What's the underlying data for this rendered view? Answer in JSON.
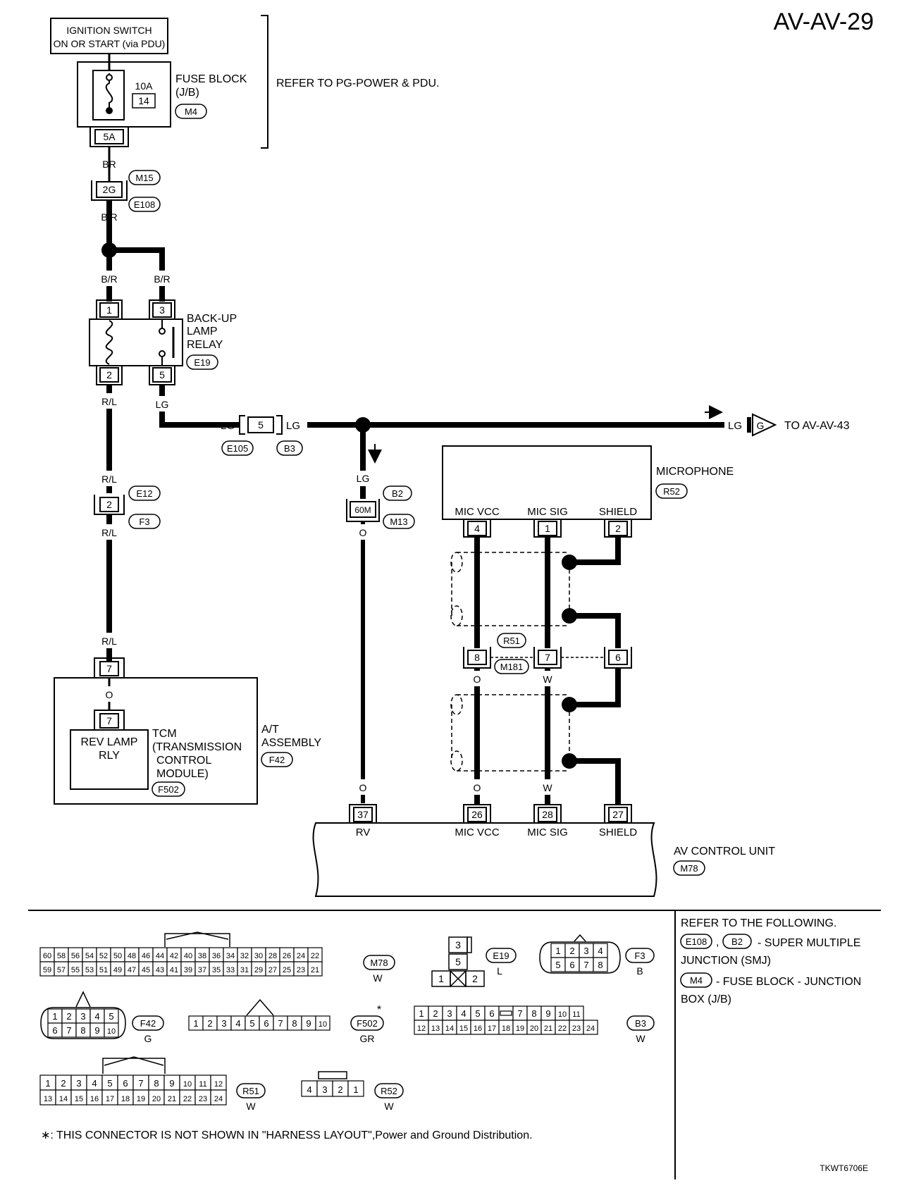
{
  "page_id": "AV-AV-29",
  "image_code": "TKWT6706E",
  "power": {
    "source_line1": "IGNITION SWITCH",
    "source_line2": "ON OR START (via PDU)",
    "fuse_amps": "10A",
    "fuse_no": "14",
    "fuse_block_l1": "FUSE BLOCK",
    "fuse_block_l2": "(J/B)",
    "fuse_block_conn": "M4",
    "fuse_out_pin": "5A",
    "refer_note": "REFER TO PG-POWER & PDU."
  },
  "wires": {
    "br": "BR",
    "b_r": "B/R",
    "r_l": "R/L",
    "lg": "LG",
    "o": "O",
    "w": "W"
  },
  "connectors": {
    "j2g": "2G",
    "m15": "M15",
    "e108": "E108",
    "e12": "E12",
    "f3": "F3",
    "j2": "2",
    "e105": "E105",
    "b3": "B3",
    "j5": "5",
    "b2": "B2",
    "m13": "M13",
    "j60m": "60M",
    "r51": "R51",
    "m181": "M181",
    "j8": "8",
    "j7": "7",
    "j6": "6"
  },
  "relay": {
    "label_l1": "BACK-UP",
    "label_l2": "LAMP",
    "label_l3": "RELAY",
    "conn": "E19",
    "pin1": "1",
    "pin2": "2",
    "pin3": "3",
    "pin5": "5"
  },
  "to_page": {
    "letter": "G",
    "text": "TO AV-AV-43"
  },
  "at_assembly": {
    "pin_outer": "7",
    "pin_inner": "7",
    "rev_l1": "REV LAMP",
    "rev_l2": "RLY",
    "tcm_l1": "TCM",
    "tcm_l2": "(TRANSMISSION",
    "tcm_l3": "CONTROL",
    "tcm_l4": "MODULE)",
    "tcm_conn": "F502",
    "asm_l1": "A/T",
    "asm_l2": "ASSEMBLY",
    "asm_conn": "F42"
  },
  "microphone": {
    "label": "MICROPHONE",
    "conn": "R52",
    "pin_vcc_label": "MIC VCC",
    "pin_sig_label": "MIC SIG",
    "pin_shield_label": "SHIELD",
    "pin_vcc": "4",
    "pin_sig": "1",
    "pin_shield": "2"
  },
  "av_unit": {
    "label": "AV CONTROL UNIT",
    "conn": "M78",
    "pin_rv": "37",
    "pin_vcc": "26",
    "pin_sig": "28",
    "pin_shield": "27",
    "lbl_rv": "RV",
    "lbl_vcc": "MIC VCC",
    "lbl_sig": "MIC SIG",
    "lbl_shield": "SHIELD"
  },
  "legend": {
    "m78_row1": [
      "60",
      "58",
      "56",
      "54",
      "52",
      "50",
      "48",
      "46",
      "44",
      "42",
      "40",
      "38",
      "36",
      "34",
      "32",
      "30",
      "28",
      "26",
      "24",
      "22"
    ],
    "m78_row2": [
      "59",
      "57",
      "55",
      "53",
      "51",
      "49",
      "47",
      "45",
      "43",
      "41",
      "39",
      "37",
      "35",
      "33",
      "31",
      "29",
      "27",
      "25",
      "23",
      "21"
    ],
    "m78_name": "M78",
    "m78_color": "W",
    "e19_pins": [
      "3",
      "5",
      "1",
      "2"
    ],
    "e19_name": "E19",
    "e19_color": "L",
    "f3_row1": [
      "1",
      "2",
      "3",
      "4"
    ],
    "f3_row2": [
      "5",
      "6",
      "7",
      "8"
    ],
    "f3_name": "F3",
    "f3_color": "B",
    "f42_row1": [
      "1",
      "2",
      "3",
      "4",
      "5"
    ],
    "f42_row2": [
      "6",
      "7",
      "8",
      "9",
      "10"
    ],
    "f42_name": "F42",
    "f42_color": "G",
    "f502_pins": [
      "1",
      "2",
      "3",
      "4",
      "5",
      "6",
      "7",
      "8",
      "9",
      "10"
    ],
    "f502_name": "F502",
    "f502_color": "GR",
    "f502_star": "*",
    "b3_row1": [
      "1",
      "2",
      "3",
      "4",
      "5",
      "6",
      "",
      "7",
      "8",
      "9",
      "10",
      "11"
    ],
    "b3_row2": [
      "12",
      "13",
      "14",
      "15",
      "16",
      "17",
      "18",
      "19",
      "20",
      "21",
      "22",
      "23",
      "24"
    ],
    "b3_name": "B3",
    "b3_color": "W",
    "r51_row1": [
      "1",
      "2",
      "3",
      "4",
      "5",
      "6",
      "7",
      "8",
      "9",
      "10",
      "11",
      "12"
    ],
    "r51_row2": [
      "13",
      "14",
      "15",
      "16",
      "17",
      "18",
      "19",
      "20",
      "21",
      "22",
      "23",
      "24"
    ],
    "r51_name": "R51",
    "r51_color": "W",
    "r52_pins": [
      "4",
      "3",
      "2",
      "1"
    ],
    "r52_name": "R52",
    "r52_color": "W"
  },
  "refer_box": {
    "title": "REFER TO THE FOLLOWING.",
    "smj_conn1": "E108",
    "smj_sep": ",",
    "smj_conn2": "B2",
    "smj_text1": "- SUPER MULTIPLE",
    "smj_text2": "JUNCTION (SMJ)",
    "jb_conn": "M4",
    "jb_text1": "- FUSE BLOCK - JUNCTION",
    "jb_text2": "BOX (J/B)"
  },
  "footnote": "∗: THIS CONNECTOR IS NOT SHOWN IN \"HARNESS LAYOUT\",Power and Ground Distribution."
}
